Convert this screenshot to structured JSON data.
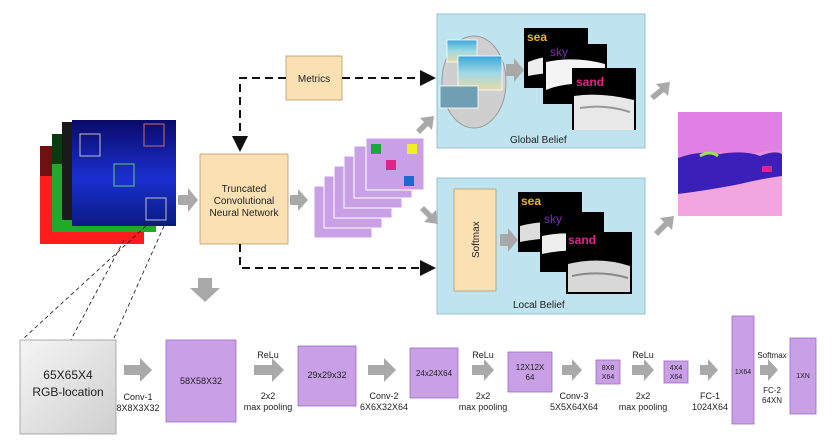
{
  "nodes": {
    "metrics": "Metrics",
    "cnn": [
      "Truncated",
      "Convolutional",
      "Neural Network"
    ],
    "softmax": "Softmax",
    "input": [
      "65X65X4",
      "RGB-location"
    ]
  },
  "panels": {
    "global": "Global Belief",
    "local": "Local Belief"
  },
  "belief_labels": {
    "sea": "sea",
    "sky": "sky",
    "sand": "sand"
  },
  "layers": {
    "l58": "58X58X32",
    "l29": "29x29x32",
    "l24": "24x24X64",
    "l12": [
      "12X12X",
      "64"
    ],
    "l8": [
      "8X8",
      "X64"
    ],
    "l4": [
      "4X4",
      "X64"
    ],
    "l1x64": "1X64",
    "l1xn": "1XN"
  },
  "ops": {
    "conv1": [
      "Conv-1",
      "8X8X3X32"
    ],
    "relu1": "ReLu",
    "pool1": [
      "2x2",
      "max pooling"
    ],
    "conv2": [
      "Conv-2",
      "6X6X32X64"
    ],
    "relu2": "ReLu",
    "pool2": [
      "2x2",
      "max pooling"
    ],
    "conv3": [
      "Conv-3",
      "5X5X64X64"
    ],
    "relu3": "ReLu",
    "pool3": [
      "2x2",
      "max pooling"
    ],
    "fc1": [
      "FC-1",
      "1024X64"
    ],
    "softmax_op": "Softmax",
    "fc2": [
      "FC-2",
      "64XN"
    ]
  },
  "colors": {
    "panel": "#bfe3ef",
    "cnn_box": "#fbe0b4",
    "layer": "#c9a0e6",
    "layer_border": "#9b6cc6",
    "arrow": "#a9a9a9",
    "sea_label": "#f2b32a",
    "sky_label": "#7b2fb8",
    "sand_label": "#e0248a"
  }
}
